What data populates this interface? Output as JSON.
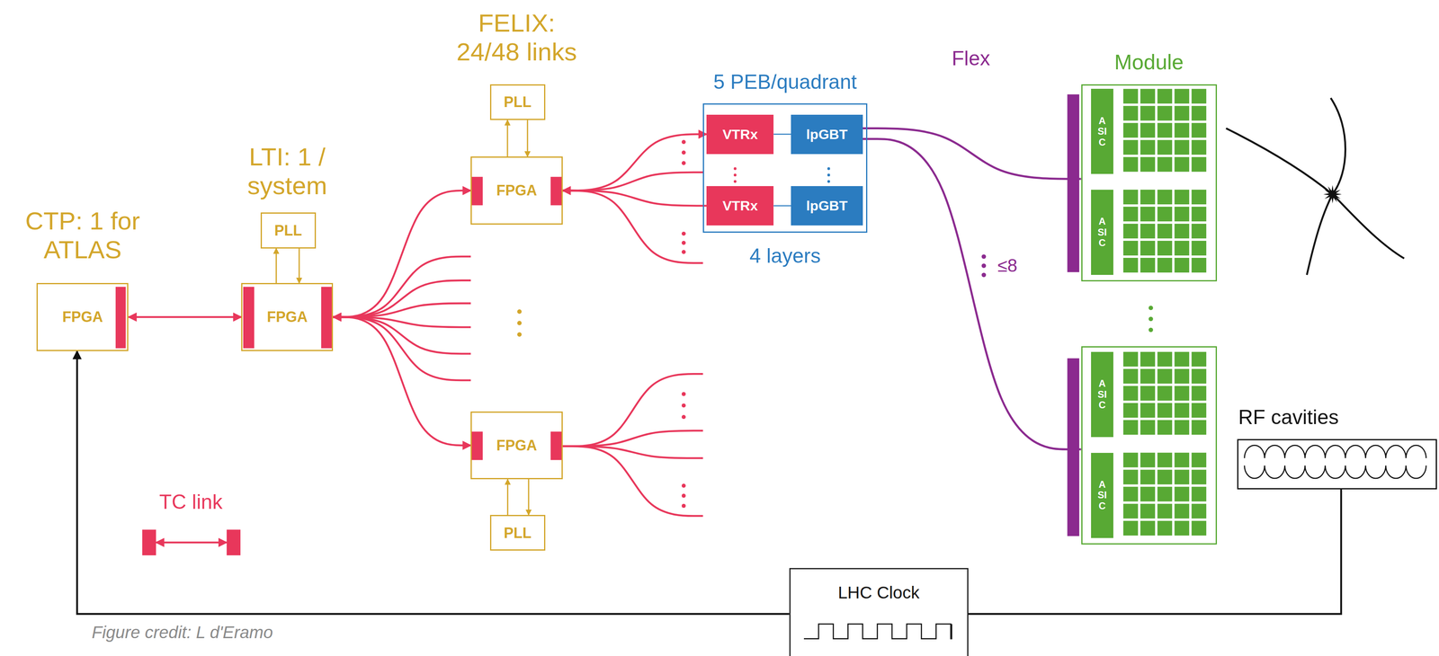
{
  "diagram": {
    "nodes": [
      {
        "text": [
          "CTP: 1 for ATLAS",
          "FPGA"
        ]
      },
      {
        "text": [
          "LTI: 1 / system",
          "FPGA"
        ]
      },
      {
        "text": [
          "PLL"
        ]
      },
      {
        "text": [
          "FELIX: 24/48 links",
          "FPGA"
        ]
      },
      {
        "text": [
          "PLL"
        ]
      },
      {
        "text": [
          "FPGA"
        ]
      },
      {
        "text": [
          "PLL"
        ]
      },
      {
        "text": [
          "5 PEB/quadrant",
          "4 layers"
        ]
      },
      {
        "text": [
          "VTRx"
        ],
        "in": 7
      },
      {
        "text": [
          "lpGBT"
        ],
        "in": 7
      },
      {
        "text": [
          "VTRx"
        ],
        "in": 7
      },
      {
        "text": [
          "lpGBT"
        ],
        "in": 7
      },
      {
        "text": [
          "Module"
        ]
      },
      {
        "text": [
          "ASIC"
        ],
        "in": 12
      },
      {
        "text": [
          "ASIC"
        ],
        "in": 12
      },
      {
        "text": []
      },
      {
        "text": [
          "ASIC"
        ],
        "in": 15
      },
      {
        "text": [
          "ASIC"
        ],
        "in": 15
      },
      {
        "text": [
          "LHC Clock"
        ]
      },
      {
        "text": [
          "RF cavities"
        ]
      }
    ],
    "edges": [
      {
        "from": 0,
        "to": 1,
        "arrow": "both"
      },
      {
        "from": 1,
        "to": 2,
        "arrow": "to"
      },
      {
        "from": 2,
        "to": 1,
        "arrow": "to"
      },
      {
        "from": 1,
        "to": 3,
        "arrow": "both"
      },
      {
        "from": 1,
        "to": 5,
        "arrow": "both"
      },
      {
        "from": 3,
        "to": 4,
        "arrow": "to"
      },
      {
        "from": 4,
        "to": 3,
        "arrow": "to"
      },
      {
        "from": 5,
        "to": 6,
        "arrow": "to"
      },
      {
        "from": 6,
        "to": 5,
        "arrow": "to"
      },
      {
        "from": 3,
        "to": 8,
        "arrow": "both"
      },
      {
        "from": 3,
        "to": 10,
        "arrow": "none"
      },
      {
        "from": 8,
        "to": 9,
        "arrow": "none"
      },
      {
        "from": 10,
        "to": 11,
        "arrow": "none"
      },
      {
        "from": 9,
        "to": 12,
        "arrow": "none"
      },
      {
        "from": 9,
        "to": 15,
        "arrow": "none"
      },
      {
        "from": 19,
        "to": 18,
        "arrow": "none"
      },
      {
        "from": 18,
        "to": 0,
        "arrow": "to"
      }
    ],
    "labels": [
      "Flex",
      "≤8",
      "TC link",
      "Figure credit: L d'Eramo"
    ]
  }
}
